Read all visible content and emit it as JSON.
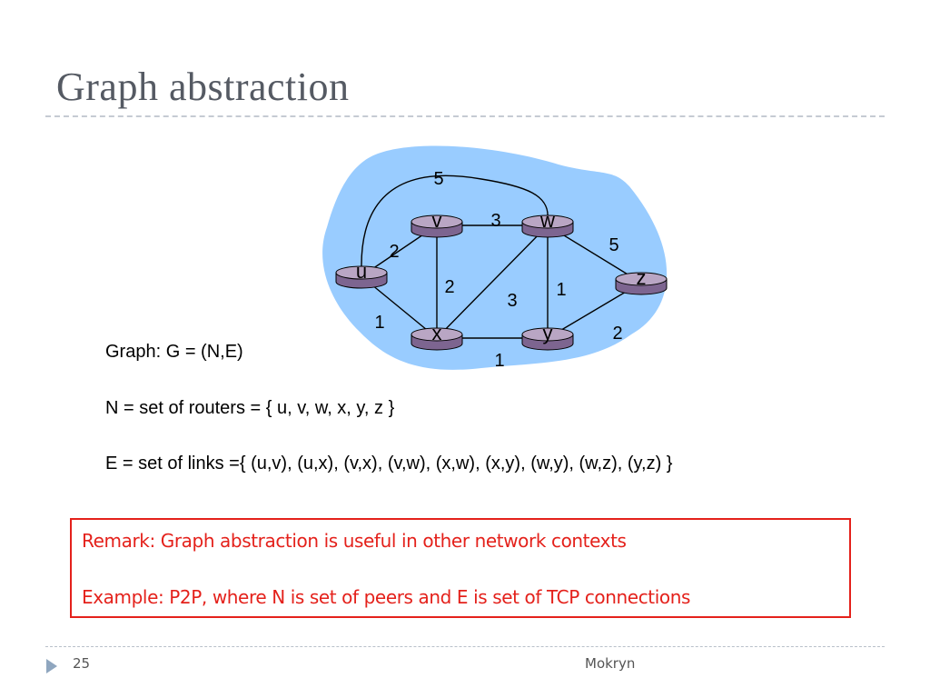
{
  "slide": {
    "title": "Graph abstraction",
    "page_number": "25",
    "author": "Mokryn"
  },
  "graph": {
    "nodes": [
      {
        "id": "u",
        "label": "u"
      },
      {
        "id": "v",
        "label": "v"
      },
      {
        "id": "w",
        "label": "w"
      },
      {
        "id": "x",
        "label": "x"
      },
      {
        "id": "y",
        "label": "y"
      },
      {
        "id": "z",
        "label": "z"
      }
    ],
    "edges": [
      {
        "from": "u",
        "to": "v",
        "weight": "2"
      },
      {
        "from": "u",
        "to": "x",
        "weight": "1"
      },
      {
        "from": "u",
        "to": "w",
        "weight": "5"
      },
      {
        "from": "v",
        "to": "w",
        "weight": "3"
      },
      {
        "from": "v",
        "to": "x",
        "weight": "2"
      },
      {
        "from": "x",
        "to": "w",
        "weight": "3"
      },
      {
        "from": "x",
        "to": "y",
        "weight": "1"
      },
      {
        "from": "w",
        "to": "y",
        "weight": "1"
      },
      {
        "from": "w",
        "to": "z",
        "weight": "5"
      },
      {
        "from": "y",
        "to": "z",
        "weight": "2"
      }
    ]
  },
  "definitions": {
    "graph": "Graph: G = (N,E)",
    "nodes": "N = set of routers = { u, v, w, x, y, z }",
    "edges": "E = set of links ={ (u,v), (u,x), (v,x), (v,w), (x,w), (x,y), (w,y), (w,z), (y,z) }"
  },
  "remark": {
    "line1": "Remark: Graph abstraction is useful in other network contexts",
    "line2": "Example: P2P, where N is set of peers and E is set of TCP connections"
  },
  "colors": {
    "cloud": "#99ccff",
    "router_top": "#b9a6c4",
    "router_side": "#7d6590",
    "remark": "#e4211b",
    "footer_arrow": "#8fa6bf"
  }
}
